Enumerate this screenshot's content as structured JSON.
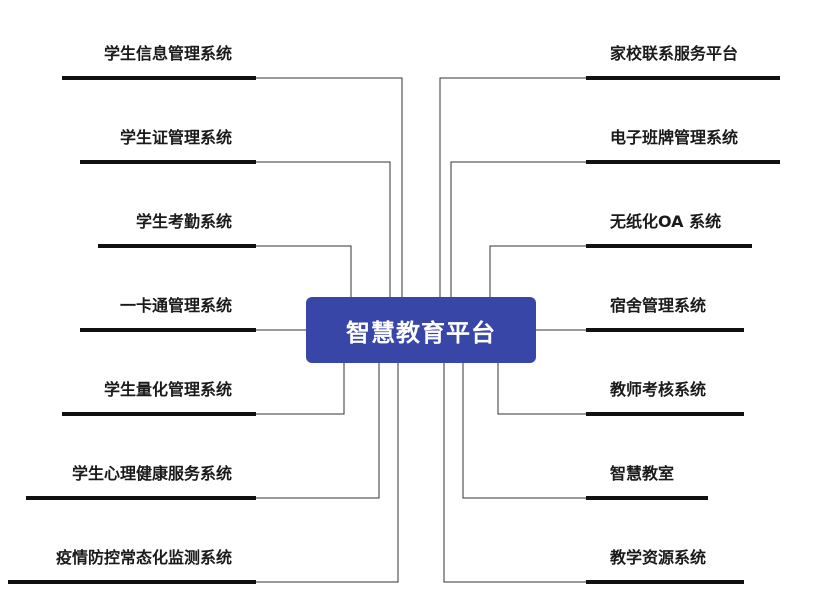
{
  "center": {
    "title": "智慧教育平台",
    "color": "#3846a8"
  },
  "left_items": [
    {
      "label": "学生信息管理系统"
    },
    {
      "label": "学生证管理系统"
    },
    {
      "label": "学生考勤系统"
    },
    {
      "label": "一卡通管理系统"
    },
    {
      "label": "学生量化管理系统"
    },
    {
      "label": "学生心理健康服务系统"
    },
    {
      "label": "疫情防控常态化监测系统"
    }
  ],
  "right_items": [
    {
      "label": "家校联系服务平台"
    },
    {
      "label": "电子班牌管理系统"
    },
    {
      "label": "无纸化OA 系统"
    },
    {
      "label": "宿舍管理系统"
    },
    {
      "label": "教师考核系统"
    },
    {
      "label": "智慧教室"
    },
    {
      "label": "教学资源系统"
    }
  ],
  "colors": {
    "line": "#333333",
    "underline": "#111111",
    "text": "#1a1a1a"
  }
}
